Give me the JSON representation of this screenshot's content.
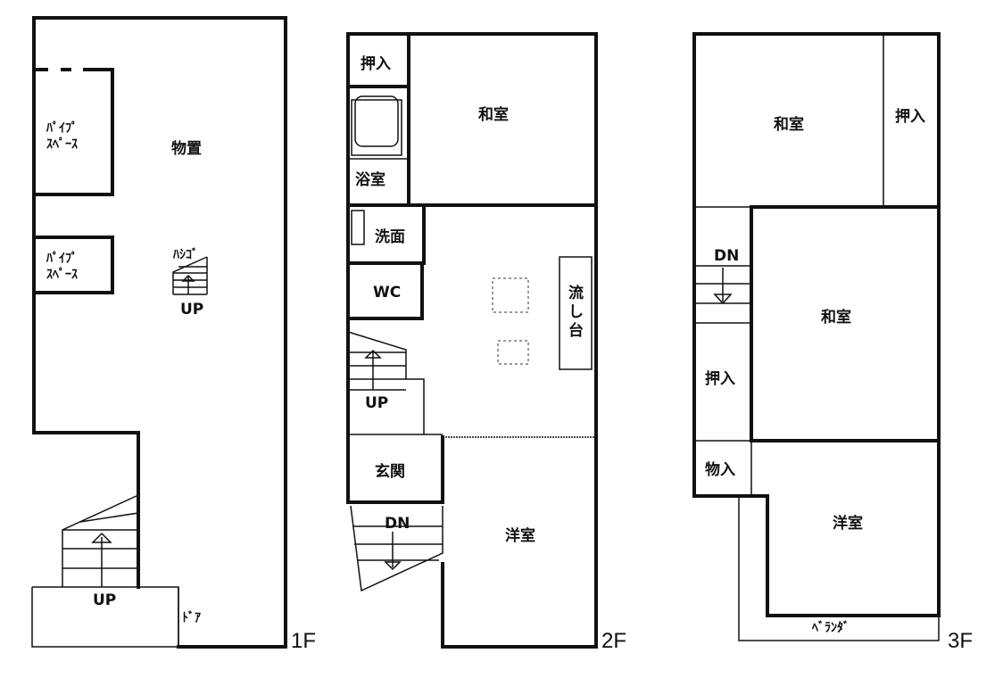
{
  "floors": [
    {
      "label": "1F",
      "rooms": {
        "pipe1_line1": "ﾊﾟｲﾌﾟ",
        "pipe1_line2": "ｽﾍﾟｰｽ",
        "storage": "物置",
        "pipe2_line1": "ﾊﾟｲﾌﾟ",
        "pipe2_line2": "ｽﾍﾟｰｽ",
        "ladder": "ﾊｼｺﾞ",
        "ladder_up": "UP",
        "stair_up": "UP",
        "door": "ﾄﾞｱ"
      }
    },
    {
      "label": "2F",
      "rooms": {
        "closet": "押入",
        "washitsu": "和室",
        "bath": "浴室",
        "washroom": "洗面",
        "wc": "WC",
        "sink_chars": [
          "流",
          "し",
          "台"
        ],
        "stair_up": "UP",
        "entrance": "玄関",
        "stair_dn": "DN",
        "youshitsu": "洋室"
      }
    },
    {
      "label": "3F",
      "rooms": {
        "washitsu_top": "和室",
        "closet_top": "押入",
        "stair_dn": "DN",
        "washitsu_mid": "和室",
        "closet_left": "押入",
        "storage_closet": "物入",
        "youshitsu": "洋室",
        "veranda": "ﾍﾞﾗﾝﾀﾞ"
      }
    }
  ]
}
